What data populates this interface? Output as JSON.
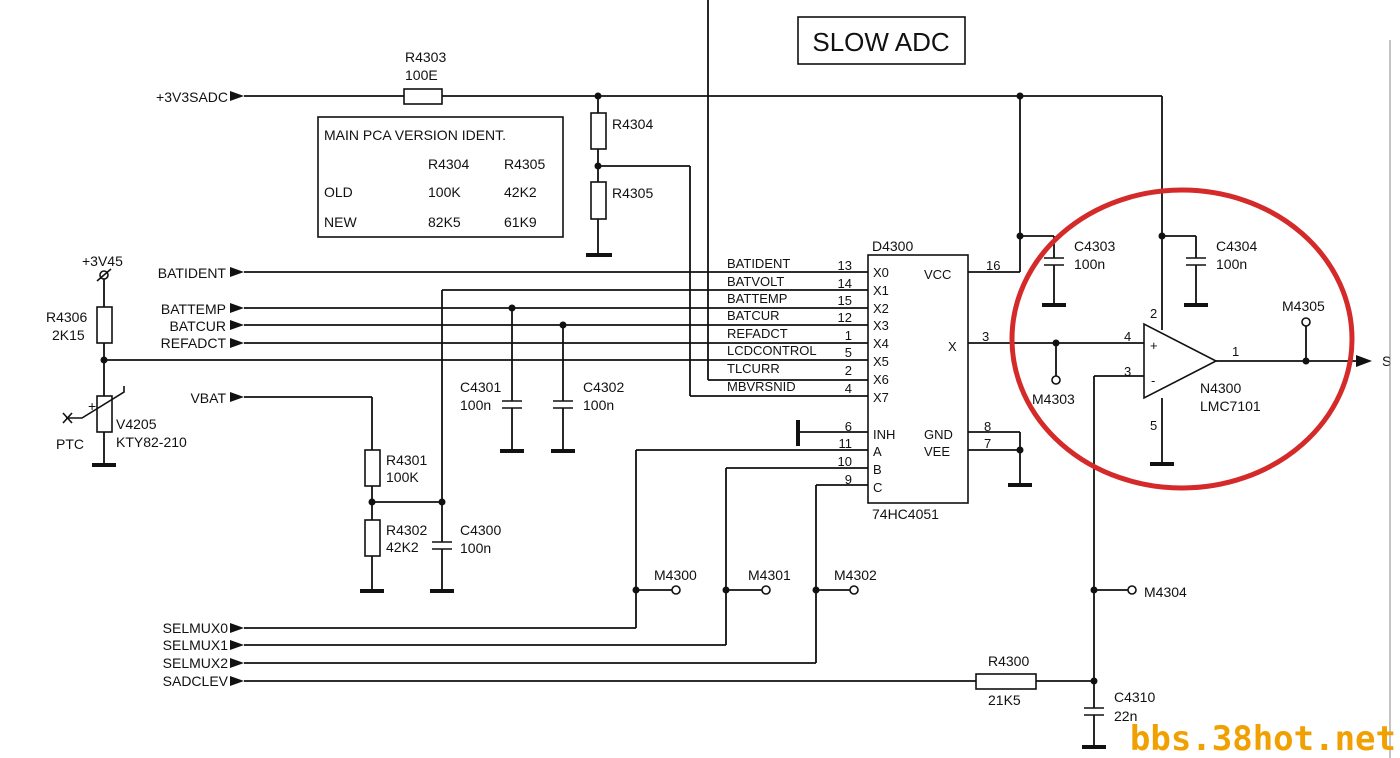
{
  "title": "SLOW ADC",
  "watermark": "bbs.38hot.net",
  "signals": {
    "v3v3sadc": "+3V3SADC",
    "v3v45": "+3V45",
    "batident": "BATIDENT",
    "battemp": "BATTEMP",
    "batcur": "BATCUR",
    "refadct": "REFADCT",
    "vbat": "VBAT",
    "selmux0": "SELMUX0",
    "selmux1": "SELMUX1",
    "selmux2": "SELMUX2",
    "sadclev": "SADCLEV",
    "out": "S"
  },
  "version_table": {
    "heading": "MAIN PCA VERSION IDENT.",
    "columns": [
      "R4304",
      "R4305"
    ],
    "rows": [
      {
        "name": "OLD",
        "r4304": "100K",
        "r4305": "42K2"
      },
      {
        "name": "NEW",
        "r4304": "82K5",
        "r4305": "61K9"
      }
    ]
  },
  "components": {
    "r4303": {
      "ref": "R4303",
      "value": "100E"
    },
    "r4304": {
      "ref": "R4304"
    },
    "r4305": {
      "ref": "R4305"
    },
    "r4306": {
      "ref": "R4306",
      "value": "2K15"
    },
    "v4205": {
      "ref": "V4205",
      "part": "KTY82-210",
      "type": "PTC"
    },
    "r4301": {
      "ref": "R4301",
      "value": "100K"
    },
    "r4302": {
      "ref": "R4302",
      "value": "42K2"
    },
    "c4300": {
      "ref": "C4300",
      "value": "100n"
    },
    "c4301": {
      "ref": "C4301",
      "value": "100n"
    },
    "c4302": {
      "ref": "C4302",
      "value": "100n"
    },
    "c4303": {
      "ref": "C4303",
      "value": "100n"
    },
    "c4304": {
      "ref": "C4304",
      "value": "100n"
    },
    "c4310": {
      "ref": "C4310",
      "value": "22n"
    },
    "r4300": {
      "ref": "R4300",
      "value": "21K5"
    },
    "n4300": {
      "ref": "N4300",
      "part": "LMC7101"
    }
  },
  "mux": {
    "ref": "D4300",
    "part": "74HC4051",
    "net_labels": [
      "BATIDENT",
      "BATVOLT",
      "BATTEMP",
      "BATCUR",
      "REFADCT",
      "LCDCONTROL",
      "TLCURR",
      "MBVRSNID"
    ],
    "inputs": [
      {
        "pin": "13",
        "name": "X0"
      },
      {
        "pin": "14",
        "name": "X1"
      },
      {
        "pin": "15",
        "name": "X2"
      },
      {
        "pin": "12",
        "name": "X3"
      },
      {
        "pin": "1",
        "name": "X4"
      },
      {
        "pin": "5",
        "name": "X5"
      },
      {
        "pin": "2",
        "name": "X6"
      },
      {
        "pin": "4",
        "name": "X7"
      }
    ],
    "controls": [
      {
        "pin": "6",
        "name": "INH"
      },
      {
        "pin": "11",
        "name": "A"
      },
      {
        "pin": "10",
        "name": "B"
      },
      {
        "pin": "9",
        "name": "C"
      }
    ],
    "right_pins": [
      {
        "pin": "16",
        "name": "VCC"
      },
      {
        "pin": "3",
        "name": "X"
      },
      {
        "pin": "8",
        "name": "GND"
      },
      {
        "pin": "7",
        "name": "VEE"
      }
    ]
  },
  "opamp_pins": {
    "non_inv": "4",
    "inv": "3",
    "vplus": "2",
    "vminus": "5",
    "out": "1",
    "plus": "+",
    "minus": "-"
  },
  "test_points": [
    "M4300",
    "M4301",
    "M4302",
    "M4303",
    "M4304",
    "M4305"
  ],
  "highlight_color": "#d42a2a",
  "watermark_color": "#f0a000"
}
